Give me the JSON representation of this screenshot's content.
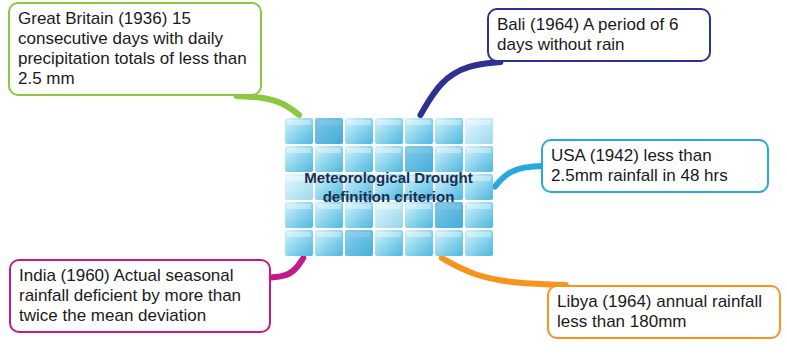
{
  "diagram": {
    "nodes": [
      {
        "text": [
          "Meteorological Drought definition criterion"
        ]
      },
      {
        "text": [
          "Great Britain (1936) 15 consecutive days with daily precipitation totals of less than 2.5 mm"
        ]
      },
      {
        "text": [
          "Bali (1964) A period of 6 days without rain"
        ]
      },
      {
        "text": [
          "USA (1942) less than 2.5mm rainfall in 48 hrs"
        ]
      },
      {
        "text": [
          "India (1960) Actual seasonal rainfall deficient by more than twice the mean deviation"
        ]
      },
      {
        "text": [
          "Libya (1964) annual rainfall less than 180mm"
        ]
      }
    ],
    "edges": [
      {
        "from": 0,
        "to": 1,
        "arrow": "none"
      },
      {
        "from": 0,
        "to": 2,
        "arrow": "none"
      },
      {
        "from": 0,
        "to": 3,
        "arrow": "none"
      },
      {
        "from": 0,
        "to": 4,
        "arrow": "none"
      },
      {
        "from": 0,
        "to": 5,
        "arrow": "none"
      }
    ]
  }
}
